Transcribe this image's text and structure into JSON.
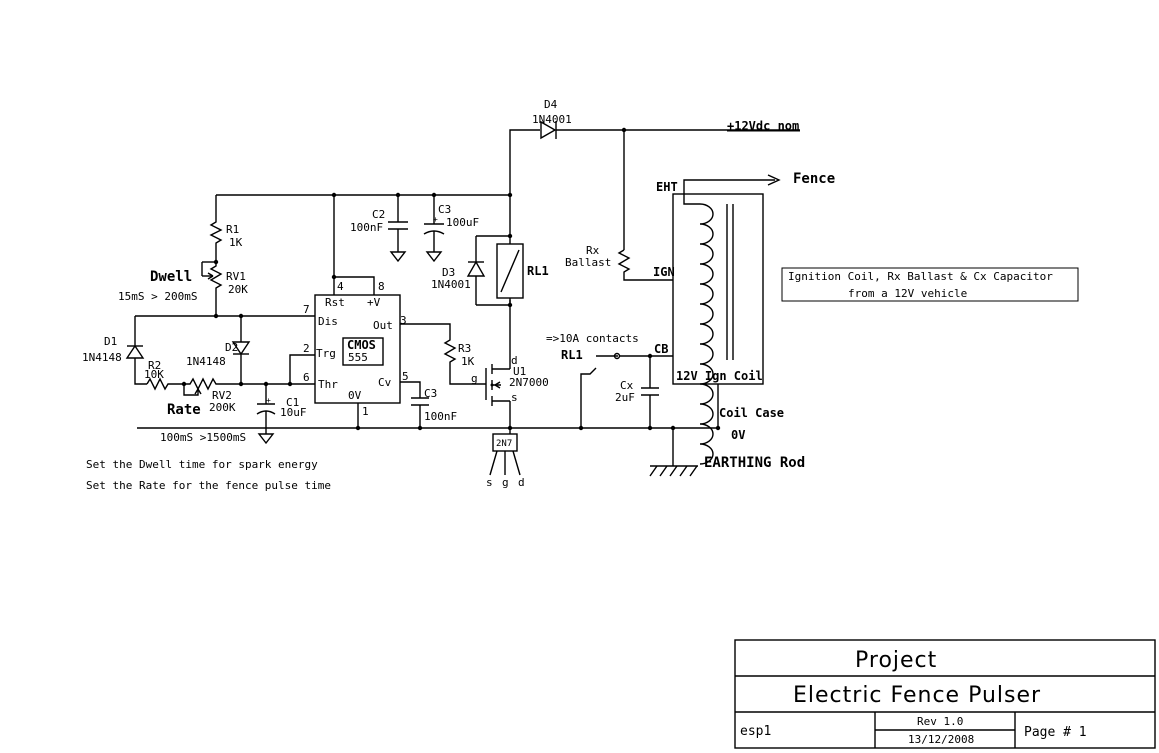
{
  "labels": {
    "d4": "D4",
    "d4_part": "1N4001",
    "supply": "+12Vdc nom",
    "fence": "Fence",
    "eht": "EHT",
    "c2": "C2",
    "c2_val": "100nF",
    "c3a": "C3",
    "c3a_val": "100uF",
    "r1": "R1",
    "r1_val": "1K",
    "dwell": "Dwell",
    "rv1": "RV1",
    "rv1_val": "20K",
    "dwell_range": "15mS > 200mS",
    "d3": "D3",
    "d3_part": "1N4001",
    "rl1": "RL1",
    "rx": "Rx",
    "ballast": "Ballast",
    "ign": "IGN",
    "note_line1": "Ignition Coil, Rx Ballast & Cx Capacitor",
    "note_line2": "from a 12V vehicle",
    "pin4": "4",
    "pin8": "8",
    "rst": "Rst",
    "vplus": "+V",
    "pin7": "7",
    "dis": "Dis",
    "out": "Out",
    "pin3": "3",
    "pin2": "2",
    "trg": "Trg",
    "cmos": "CMOS",
    "n555": "555",
    "pin6": "6",
    "thr": "Thr",
    "cv": "Cv",
    "pin5": "5",
    "zerov_pin": "0V",
    "pin1": "1",
    "d1": "D1",
    "d1_part": "1N4148",
    "d2": "D2",
    "d2_part": "1N4148",
    "r2": "R2",
    "r2_val": "10K",
    "rv2": "RV2",
    "rv2_val": "200K",
    "rate": "Rate",
    "c1": "C1",
    "c1_val": "10uF",
    "c3b": "C3",
    "c3b_val": "100nF",
    "r3": "R3",
    "r3_val": "1K",
    "d": "d",
    "g": "g",
    "s": "s",
    "u1": "U1",
    "u1_part": "2N7000",
    "contacts": "=>10A contacts",
    "rl1_sw": "RL1",
    "cb": "CB",
    "cx": "Cx",
    "cx_val": "2uF",
    "coil": "12V Ign Coil",
    "coil_case": "Coil Case",
    "zerov": "0V",
    "earthing": "EARTHING Rod",
    "rate_range": "100mS >1500mS",
    "pkg": "2N7",
    "pkg_s": "s",
    "pkg_g": "g",
    "pkg_d": "d",
    "instr1": "Set the Dwell time for spark energy",
    "instr2": "Set the Rate for the fence pulse time"
  },
  "title_block": {
    "project": "Project",
    "name": "Electric Fence Pulser",
    "file": "esp1",
    "rev": "Rev 1.0",
    "date": "13/12/2008",
    "page": "Page # 1"
  }
}
